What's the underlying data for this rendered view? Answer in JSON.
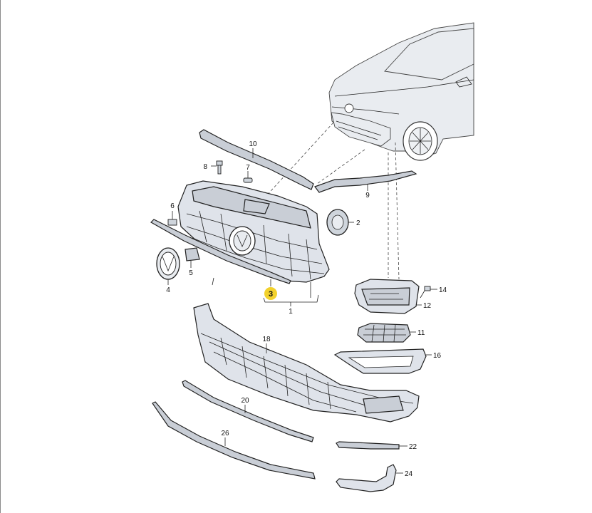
{
  "diagram": {
    "highlight_color": "#f2d12c",
    "callouts": {
      "p1": "1",
      "p2": "2",
      "p3": "3",
      "p4": "4",
      "p5": "5",
      "p6": "6",
      "p7": "7",
      "p8": "8",
      "p9": "9",
      "p10": "10",
      "p11": "11",
      "p12": "12",
      "p14": "14",
      "p16": "16",
      "p18": "18",
      "p20": "20",
      "p22": "22",
      "p24": "24",
      "p26": "26"
    }
  }
}
